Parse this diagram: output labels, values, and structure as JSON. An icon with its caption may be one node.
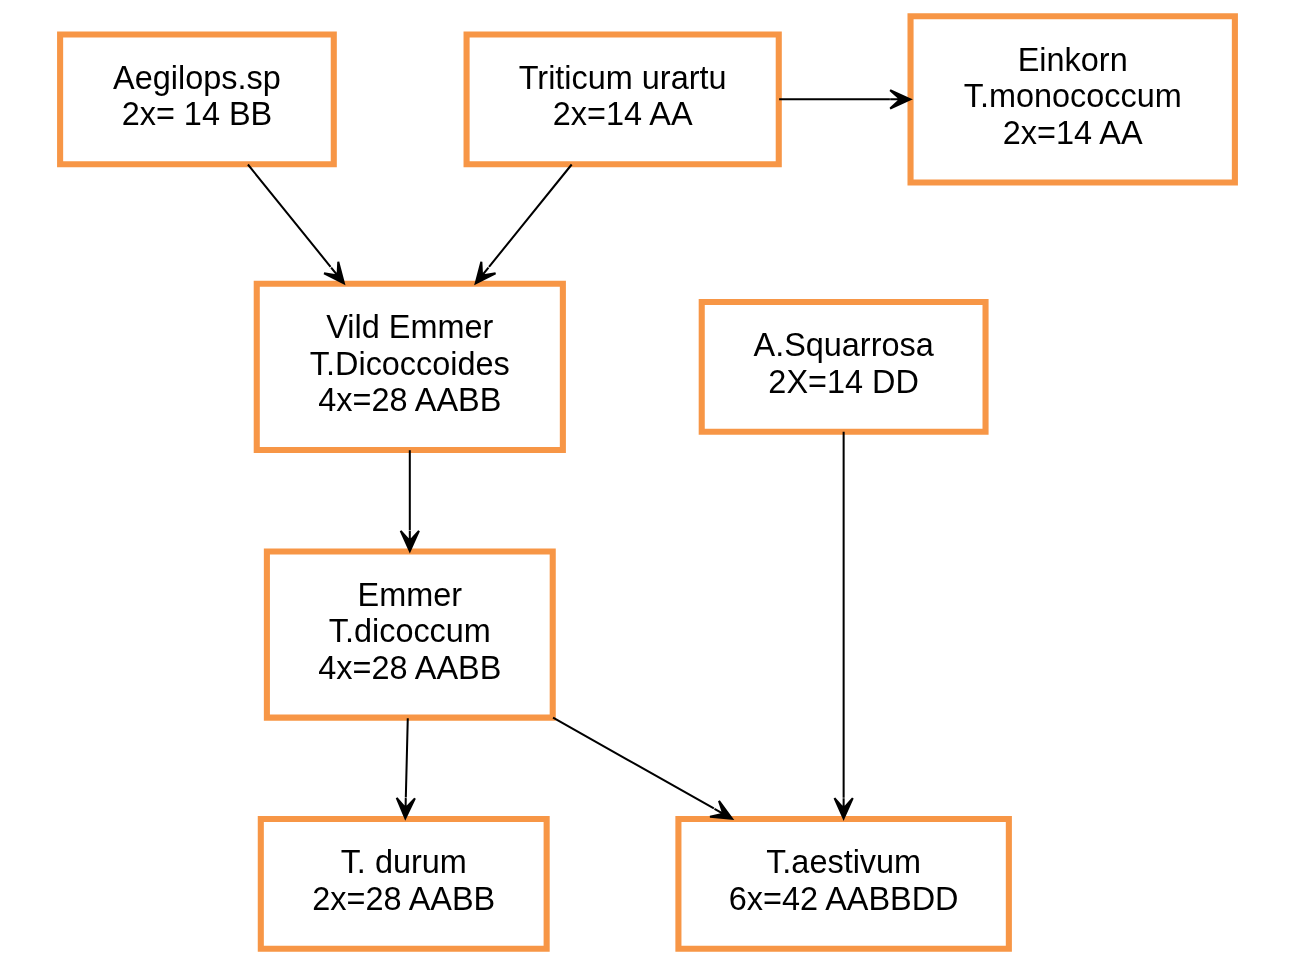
{
  "diagram": {
    "nodes": [
      {
        "text": [
          "Aegilops.sp",
          "2x= 14 BB"
        ]
      },
      {
        "text": [
          "Triticum urartu",
          "2x=14 AA"
        ]
      },
      {
        "text": [
          "Einkorn",
          "T.monococcum",
          "2x=14 AA"
        ]
      },
      {
        "text": [
          "Vild Emmer",
          "T.Dicoccoides",
          "4x=28 AABB"
        ]
      },
      {
        "text": [
          "A.Squarrosa",
          "2X=14 DD"
        ]
      },
      {
        "text": [
          "Emmer",
          "T.dicoccum",
          "4x=28 AABB"
        ]
      },
      {
        "text": [
          "T.aestivum",
          "6x=42 AABBDD"
        ]
      },
      {
        "text": [
          "T. durum",
          "2x=28 AABB"
        ]
      }
    ],
    "edges": [
      {
        "from": 0,
        "to": 3,
        "arrow": "to"
      },
      {
        "from": 1,
        "to": 3,
        "arrow": "to"
      },
      {
        "from": 1,
        "to": 2,
        "arrow": "to"
      },
      {
        "from": 3,
        "to": 5,
        "arrow": "to"
      },
      {
        "from": 5,
        "to": 7,
        "arrow": "to"
      },
      {
        "from": 5,
        "to": 6,
        "arrow": "to"
      },
      {
        "from": 4,
        "to": 6,
        "arrow": "to"
      }
    ]
  }
}
